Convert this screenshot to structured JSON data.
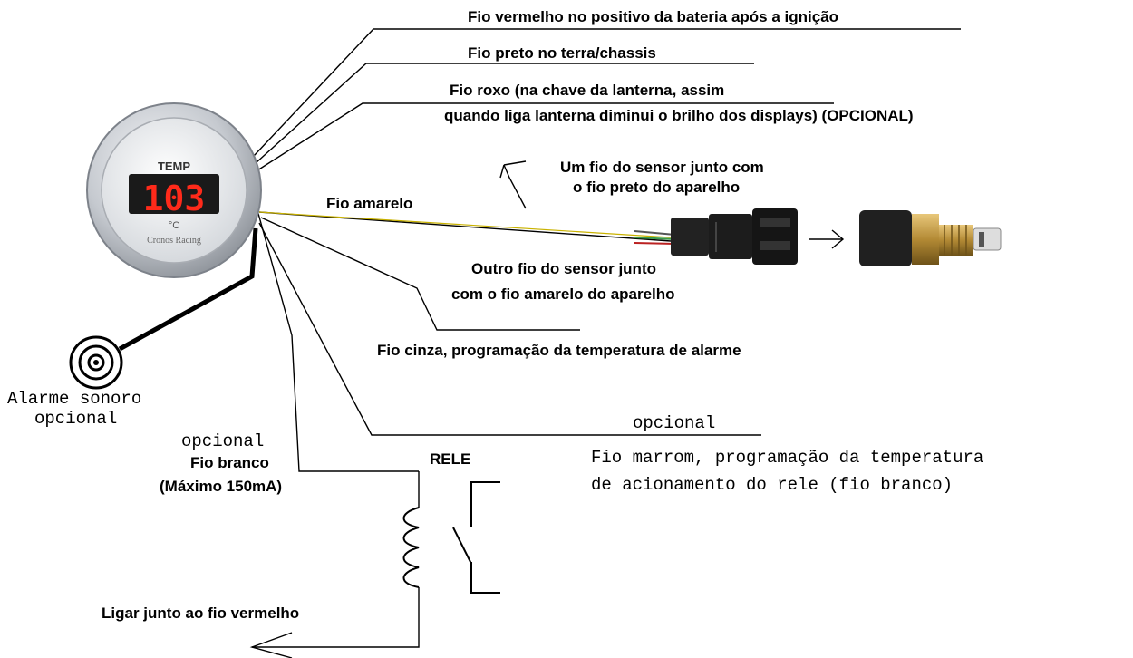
{
  "gauge": {
    "title": "TEMP",
    "reading": "103",
    "unit": "°C",
    "brand": "Cronos Racing",
    "colors": {
      "display_background": "#1a1a1a",
      "digits": "#ff2a1a",
      "bezel": "#b8bcc2"
    }
  },
  "labels": {
    "red_wire": "Fio vermelho no positivo da bateria  após a ignição",
    "black_wire": "Fio preto no terra/chassis",
    "purple_wire_line1": "Fio  roxo  (na chave da lanterna, assim",
    "purple_wire_line2": "quando liga lanterna diminui o brilho dos displays)  (OPCIONAL)",
    "sensor_black_line1": "Um fio do sensor junto com",
    "sensor_black_line2": "o fio preto do aparelho",
    "yellow_wire": "Fio amarelo",
    "sensor_yellow_line1": "Outro fio do sensor junto",
    "sensor_yellow_line2": "com o fio amarelo do aparelho",
    "gray_wire": "Fio  cinza, programação da temperatura de alarme",
    "buzzer_line1": "Alarme sonoro",
    "buzzer_line2": "opcional",
    "optional_brown": "opcional",
    "brown_wire_line1": "Fio marrom, programação da temperatura",
    "brown_wire_line2": "de acionamento do rele (fio branco)",
    "white_optional": "opcional",
    "white_wire": "Fio branco",
    "white_max": "(Máximo 150mA)",
    "relay": "RELE",
    "connect_red": "Ligar junto ao fio vermelho"
  },
  "icons": [
    "temperature-gauge-icon",
    "buzzer-icon",
    "connector-plug-icon",
    "temperature-sensor-icon",
    "relay-coil-icon",
    "relay-switch-icon",
    "arrow-icon"
  ]
}
